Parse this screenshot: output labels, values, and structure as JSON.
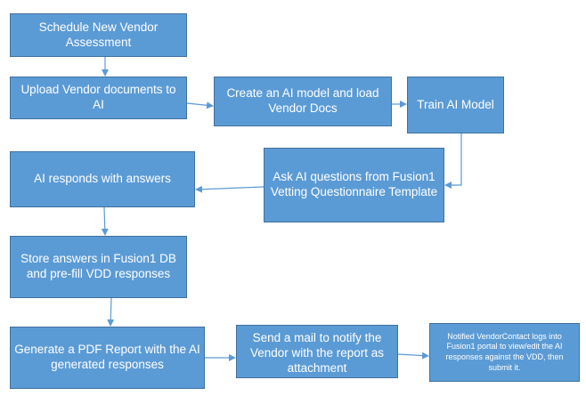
{
  "nodes": {
    "schedule": "Schedule New Vendor Assessment",
    "upload": "Upload Vendor documents to AI",
    "create_model": "Create an AI model and load Vendor Docs",
    "train": "Train AI Model",
    "ask": "Ask AI questions from Fusion1 Vetting Questionnaire Template",
    "responds": "AI responds with answers",
    "store": "Store answers in Fusion1 DB and pre-fill VDD responses",
    "generate": "Generate a PDF Report with the AI generated responses",
    "send_mail": "Send a mail to notify the Vendor with the report as attachment",
    "notified": "Notified VendorContact logs into Fusion1 portal to view/edit the AI responses against the VDD, then submit it."
  },
  "colors": {
    "box_fill": "#5b9bd5",
    "box_border": "#41719c",
    "arrow": "#5b9bd5",
    "text": "#ffffff"
  }
}
